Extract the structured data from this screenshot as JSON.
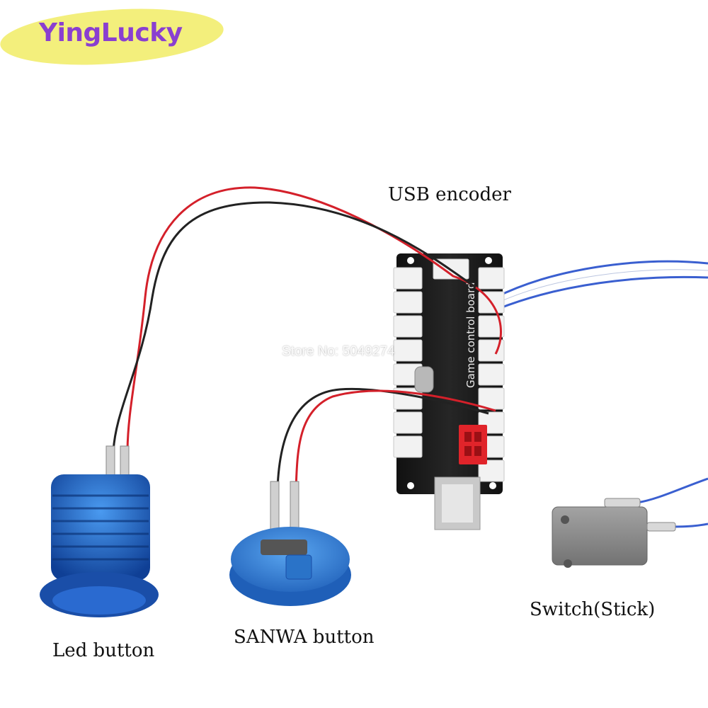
{
  "brand": {
    "logo_text": "YingLucky"
  },
  "labels": {
    "usb_encoder": "USB encoder",
    "led_button": "Led button",
    "sanwa_button": "SANWA button",
    "switch": "Switch(Stick)"
  },
  "board": {
    "silkscreen": "Game control board"
  },
  "watermark": "Store No: 5049274",
  "colors": {
    "logo_ellipse": "#f3ef7c",
    "logo_text": "#8a3fd0",
    "board": "#1a1a1a",
    "connector": "#f2f2f2",
    "red_connector": "#e0242a",
    "led_button": "#1f5fb8",
    "sanwa_button": "#2f7fd6",
    "switch_body": "#8c8c8c",
    "wire_red": "#d4202a",
    "wire_black": "#222222",
    "wire_blue": "#3a5fd0"
  }
}
